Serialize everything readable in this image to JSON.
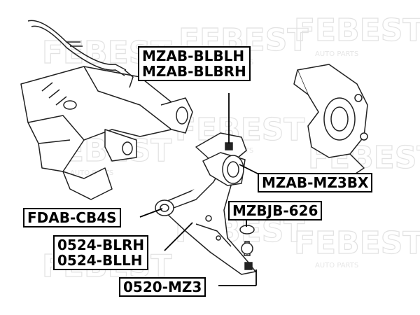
{
  "watermark": {
    "brand": "FEBEST",
    "tagline": "AUTO PARTS"
  },
  "labels": {
    "lower_arm_bushing_pair": [
      "MZAB-BLBLH",
      "MZAB-BLBRH"
    ],
    "rear_bushing": "MZAB-MZ3BX",
    "front_bushing": "FDAB-CB4S",
    "ball_joint": "MZBJB-626",
    "control_arm_pair": [
      "0524-BLRH",
      "0524-BLLH"
    ],
    "ball_joint_assembly": "0520-MZ3"
  }
}
